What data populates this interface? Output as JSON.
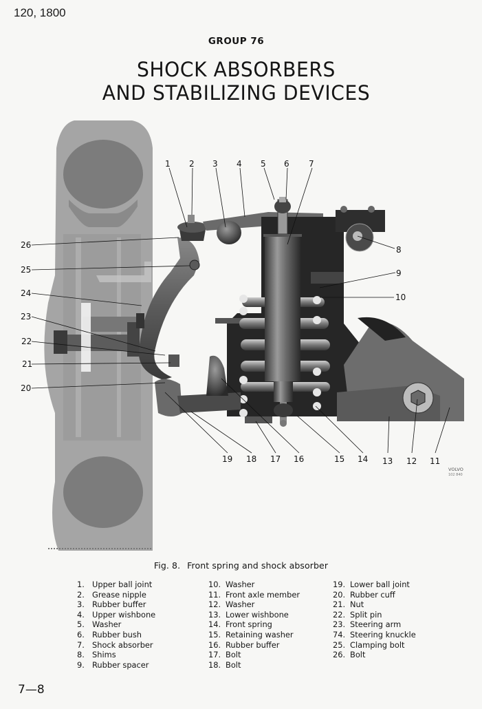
{
  "header": {
    "models": "120, 1800",
    "group": "GROUP 76",
    "title_line1": "SHOCK ABSORBERS",
    "title_line2": "AND STABILIZING DEVICES"
  },
  "figure": {
    "watermark": "VOLVO 102 840",
    "callouts_top": [
      "1",
      "2",
      "3",
      "4",
      "5",
      "6",
      "7"
    ],
    "callouts_right": [
      "8",
      "9",
      "10"
    ],
    "callouts_bottom": [
      "19",
      "18",
      "17",
      "16",
      "15",
      "14",
      "13",
      "12",
      "11"
    ],
    "callouts_left": [
      "26",
      "25",
      "24",
      "23",
      "22",
      "21",
      "20"
    ],
    "colors": {
      "tire": "#9b9b9b",
      "steel_dark": "#2a2a2a",
      "steel_mid": "#5a5a5a",
      "steel_light": "#8a8a8a",
      "highlight": "#d8d8d8"
    }
  },
  "caption": {
    "fig_label": "Fig. 8.",
    "text": "Front spring and shock absorber"
  },
  "legend": {
    "col1": [
      {
        "num": "1.",
        "label": "Upper ball joint"
      },
      {
        "num": "2.",
        "label": "Grease nipple"
      },
      {
        "num": "3.",
        "label": "Rubber buffer"
      },
      {
        "num": "4.",
        "label": "Upper wishbone"
      },
      {
        "num": "5.",
        "label": "Washer"
      },
      {
        "num": "6.",
        "label": "Rubber bush"
      },
      {
        "num": "7.",
        "label": "Shock absorber"
      },
      {
        "num": "8.",
        "label": "Shims"
      },
      {
        "num": "9.",
        "label": "Rubber spacer"
      }
    ],
    "col2": [
      {
        "num": "10.",
        "label": "Washer"
      },
      {
        "num": "11.",
        "label": "Front axle member"
      },
      {
        "num": "12.",
        "label": "Washer"
      },
      {
        "num": "13.",
        "label": "Lower wishbone"
      },
      {
        "num": "14.",
        "label": "Front spring"
      },
      {
        "num": "15.",
        "label": "Retaining washer"
      },
      {
        "num": "16.",
        "label": "Rubber buffer"
      },
      {
        "num": "17.",
        "label": "Bolt"
      },
      {
        "num": "18.",
        "label": "Bolt"
      }
    ],
    "col3": [
      {
        "num": "19.",
        "label": "Lower ball joint"
      },
      {
        "num": "20.",
        "label": "Rubber cuff"
      },
      {
        "num": "21.",
        "label": "Nut"
      },
      {
        "num": "22.",
        "label": "Split pin"
      },
      {
        "num": "23.",
        "label": "Steering arm"
      },
      {
        "num": "74.",
        "label": "Steering knuckle"
      },
      {
        "num": "25.",
        "label": "Clamping bolt"
      },
      {
        "num": "26.",
        "label": "Bolt"
      }
    ]
  },
  "footer": {
    "page_number": "7—8"
  }
}
